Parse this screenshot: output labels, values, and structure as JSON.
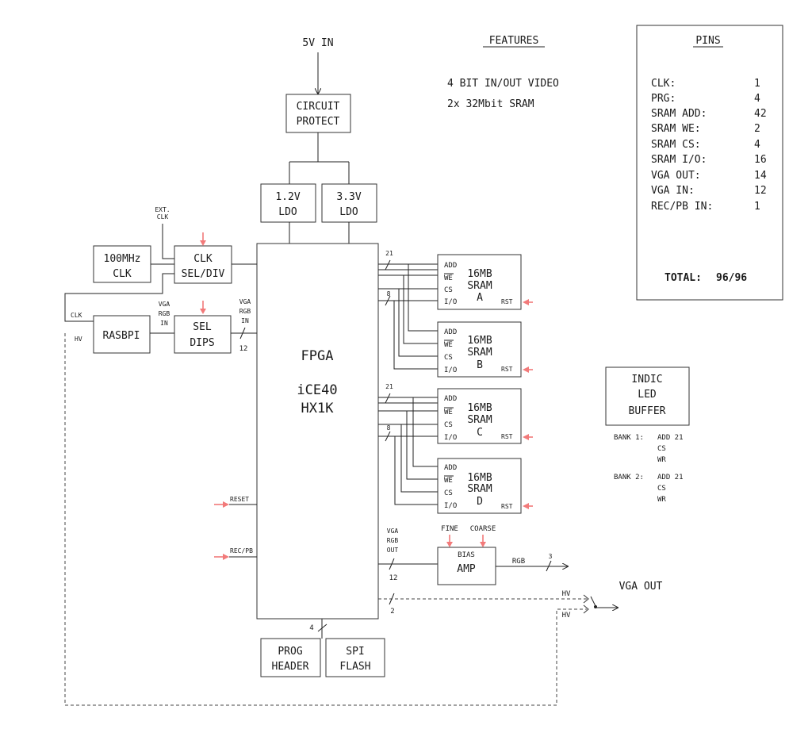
{
  "power": {
    "input_label": "5V IN",
    "protect_line1": "CIRCUIT",
    "protect_line2": "PROTECT",
    "ldo_12_line1": "1.2V",
    "ldo_12_line2": "LDO",
    "ldo_33_line1": "3.3V",
    "ldo_33_line2": "LDO"
  },
  "clock": {
    "osc_line1": "100MHz",
    "osc_line2": "CLK",
    "ext_line1": "EXT.",
    "ext_line2": "CLK",
    "sel_line1": "CLK",
    "sel_line2": "SEL/DIV",
    "clk_wire_label": "CLK",
    "hv_wire_label": "HV"
  },
  "input_side": {
    "raspi_label": "RASBPI",
    "vga_in_left": [
      "VGA",
      "RGB",
      "IN"
    ],
    "dips_line1": "SEL",
    "dips_line2": "DIPS",
    "vga_in_right": [
      "VGA",
      "RGB",
      "IN"
    ],
    "bus_width": "12",
    "reset_label": "RESET",
    "recpb_label": "REC/PB"
  },
  "fpga": {
    "line1": "FPGA",
    "line2": "iCE40",
    "line3": "HX1K"
  },
  "sram": {
    "add_bus_width": "21",
    "io_bus_width": "8",
    "pin_add": "ADD",
    "pin_we": "WE",
    "pin_cs": "CS",
    "pin_io": "I/O",
    "rst_label": "RST",
    "chips": [
      {
        "size": "16MB",
        "type": "SRAM",
        "letter": "A"
      },
      {
        "size": "16MB",
        "type": "SRAM",
        "letter": "B"
      },
      {
        "size": "16MB",
        "type": "SRAM",
        "letter": "C"
      },
      {
        "size": "16MB",
        "type": "SRAM",
        "letter": "D"
      }
    ]
  },
  "output": {
    "vga_out_labels": [
      "VGA",
      "RGB",
      "OUT"
    ],
    "out_bus_width": "12",
    "fine_label": "FINE",
    "coarse_label": "COARSE",
    "amp_line1": "BIAS",
    "amp_line2": "AMP",
    "rgb_label": "RGB",
    "rgb_width": "3",
    "hv_width": "2",
    "hv_label": "HV",
    "vga_out_title": "VGA OUT"
  },
  "prog": {
    "bus_width": "4",
    "header_line1": "PROG",
    "header_line2": "HEADER",
    "flash_line1": "SPI",
    "flash_line2": "FLASH"
  },
  "features": {
    "title": "FEATURES",
    "items": [
      "4 BIT IN/OUT VIDEO",
      "2x 32Mbit SRAM"
    ]
  },
  "pins": {
    "title": "PINS",
    "rows": [
      {
        "name": "CLK:",
        "count": "1"
      },
      {
        "name": "PRG:",
        "count": "4"
      },
      {
        "name": "SRAM ADD:",
        "count": "42"
      },
      {
        "name": "SRAM WE:",
        "count": "2"
      },
      {
        "name": "SRAM CS:",
        "count": "4"
      },
      {
        "name": "SRAM I/O:",
        "count": "16"
      },
      {
        "name": "VGA OUT:",
        "count": "14"
      },
      {
        "name": "VGA IN:",
        "count": "12"
      },
      {
        "name": "REC/PB IN:",
        "count": "1"
      }
    ],
    "total_label": "TOTAL:",
    "total_value": "96/96"
  },
  "indic": {
    "line1": "INDIC",
    "line2": "LED",
    "line3": "BUFFER",
    "bank1_label": "BANK 1:",
    "bank1_signals": [
      "ADD 21",
      "CS",
      "WR"
    ],
    "bank2_label": "BANK 2:",
    "bank2_signals": [
      "ADD 21",
      "CS",
      "WR"
    ]
  }
}
